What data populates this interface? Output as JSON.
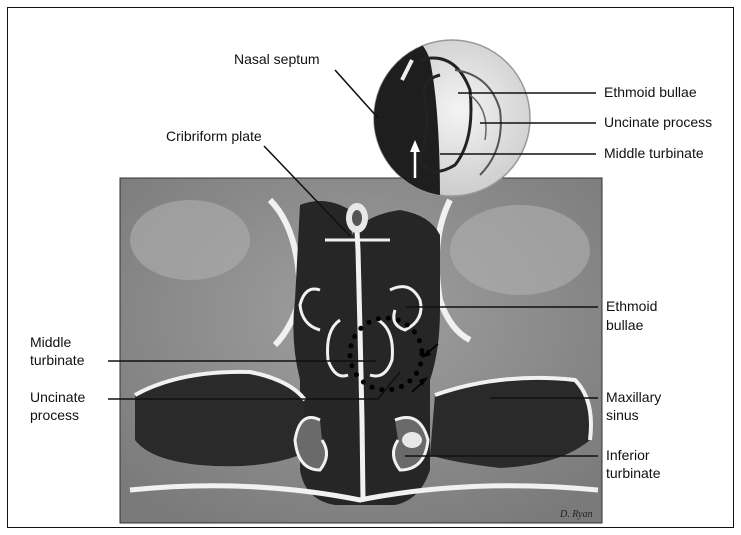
{
  "labels": {
    "nasal_septum": "Nasal septum",
    "cribriform_plate": "Cribriform plate",
    "ethmoid_bullae_top": "Ethmoid bullae",
    "uncinate_process_top": "Uncinate process",
    "middle_turbinate_top": "Middle turbinate",
    "ethmoid_bullae_right_1": "Ethmoid",
    "ethmoid_bullae_right_2": "bullae",
    "middle_turbinate_left_1": "Middle",
    "middle_turbinate_left_2": "turbinate",
    "uncinate_process_left_1": "Uncinate",
    "uncinate_process_left_2": "process",
    "maxillary_sinus_1": "Maxillary",
    "maxillary_sinus_2": "sinus",
    "inferior_turbinate_1": "Inferior",
    "inferior_turbinate_2": "turbinate"
  },
  "colors": {
    "frame": "#111111",
    "line": "#111111",
    "scan_bg": "#8d8d8d",
    "scan_dark": "#262626",
    "bone": "#f1f1f1"
  }
}
